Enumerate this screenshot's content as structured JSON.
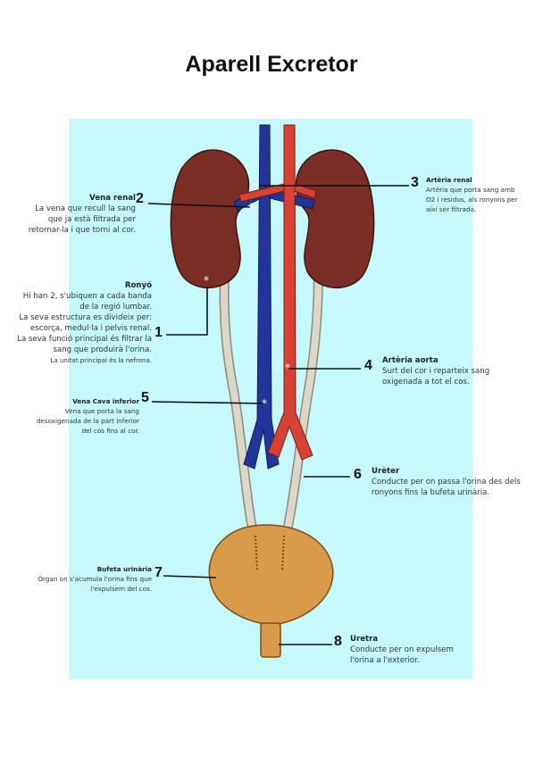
{
  "title": "Aparell Excretor",
  "colors": {
    "panel": "#c6f9fb",
    "kidney": "#7a2e25",
    "vein": "#23359a",
    "artery": "#d84235",
    "ureter": "#d8d2c2",
    "bladder": "#d99a4a"
  },
  "labels": {
    "renal_vein": {
      "number": "2",
      "title": "Vena renal",
      "text": [
        "La vena que recull la sang",
        "que ja està filtrada per",
        "retornar-la i que torni al cor."
      ]
    },
    "renal_artery": {
      "number": "3",
      "title": "Artèria renal",
      "text": [
        "Artèria que porta sang amb",
        "O2 i residus, als ronyons per",
        "així ser filtrada."
      ]
    },
    "kidney": {
      "number": "1",
      "title": "Ronyó",
      "text": [
        "Hi han 2, s'ubiquen a cada banda",
        "de la regió lumbar.",
        "La seva estructura es divideix per:",
        "escorça, medul·la i pelvis renal.",
        "La seva funció principal és filtrar la",
        "sang que produirà l'orina."
      ],
      "note": "La unitat principal és la nefrona."
    },
    "aorta": {
      "number": "4",
      "title": "Artèria aorta",
      "text": [
        "Surt del cor i reparteix sang",
        "oxigenada a tot el cos."
      ]
    },
    "vena_cava": {
      "number": "5",
      "title": "Vena Cava inferior",
      "text": [
        "Vena que porta la sang",
        "desoxigenada de la part inferior",
        "del cos fins al cor."
      ]
    },
    "ureter": {
      "number": "6",
      "title": "Urèter",
      "text": [
        "Conducte per on passa l'orina des dels",
        "ronyons fins la bufeta urinària."
      ]
    },
    "bladder": {
      "number": "7",
      "title": "Bufeta urinària",
      "text": [
        "Òrgan on s'acumula l'orina fins que",
        "l'expulsem del cos."
      ]
    },
    "urethra": {
      "number": "8",
      "title": "Uretra",
      "text": [
        "Conducte per on expulsem",
        "l'orina a l'exterior."
      ]
    }
  }
}
